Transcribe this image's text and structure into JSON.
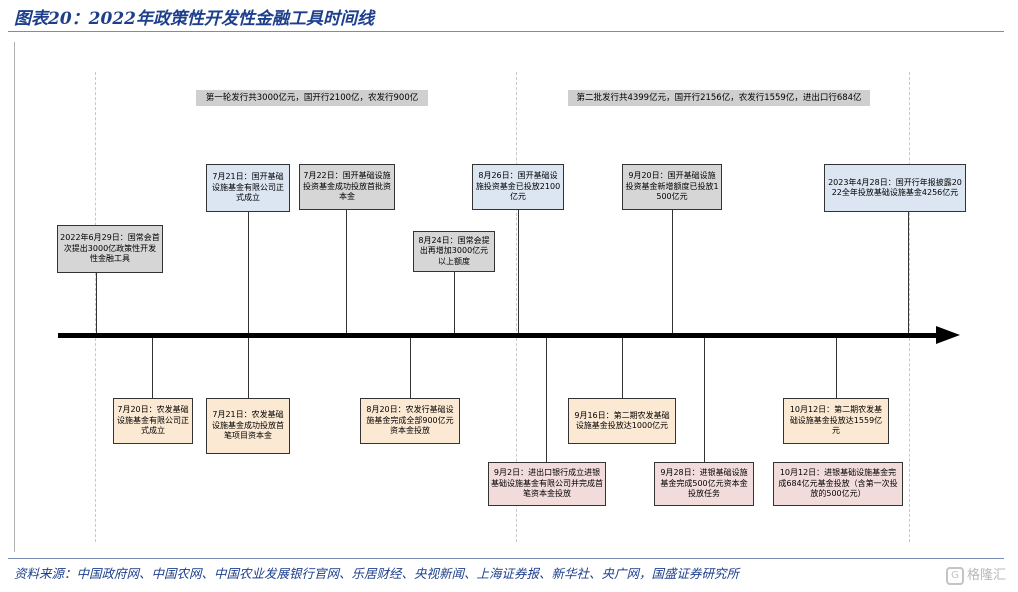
{
  "title": "图表20：2022年政策性开发性金融工具时间线",
  "phases": [
    "第一轮发行共3000亿元，国开行2100亿，农发行900亿",
    "第二批发行共4399亿元，国开行2156亿，农发行1559亿，进出口行684亿"
  ],
  "events_above": [
    "2022年6月29日：国常会首次提出3000亿政策性开发性金融工具",
    "7月21日：国开基础设施基金有限公司正式成立",
    "7月22日：国开基础设施投资基金成功投放首批资本金",
    "8月24日：国常会提出再增加3000亿元以上额度",
    "8月26日：国开基础设施投资基金已投放2100亿元",
    "9月20日：国开基础设施投资基金新增额度已投放1500亿元",
    "2023年4月28日：国开行年报披露2022全年投放基础设施基金4256亿元"
  ],
  "events_below": [
    "7月20日：农发基础设施基金有限公司正式成立",
    "7月21日：农发基础设施基金成功投放首笔项目资本金",
    "8月20日：农发行基础设施基金完成全部900亿元资本金投放",
    "9月2日：进出口银行成立进银基础设施基金有限公司并完成首笔资本金投放",
    "9月16日：第二期农发基础设施基金投放达1000亿元",
    "9月28日：进银基础设施基金完成500亿元资本金投放任务",
    "10月12日：第二期农发基础设施基金投放达1559亿元",
    "10月12日：进银基础设施基金完成684亿元基金投放（含第一次投放的500亿元）"
  ],
  "source": "资料来源：中国政府网、中国农网、中国农业发展银行官网、乐居财经、央视新闻、上海证券报、新华社、央广网，国盛证券研究所",
  "watermark": "格隆汇",
  "icons": {
    "watermark": "watermark-logo-icon",
    "axis": "arrow-right-icon"
  },
  "colors": {
    "title": "#1d3f8c",
    "gray_box": "#d6d6d6",
    "blue_box": "#dce6f2",
    "cream_box": "#fbe9d3",
    "pink_box": "#f2dcdb"
  }
}
